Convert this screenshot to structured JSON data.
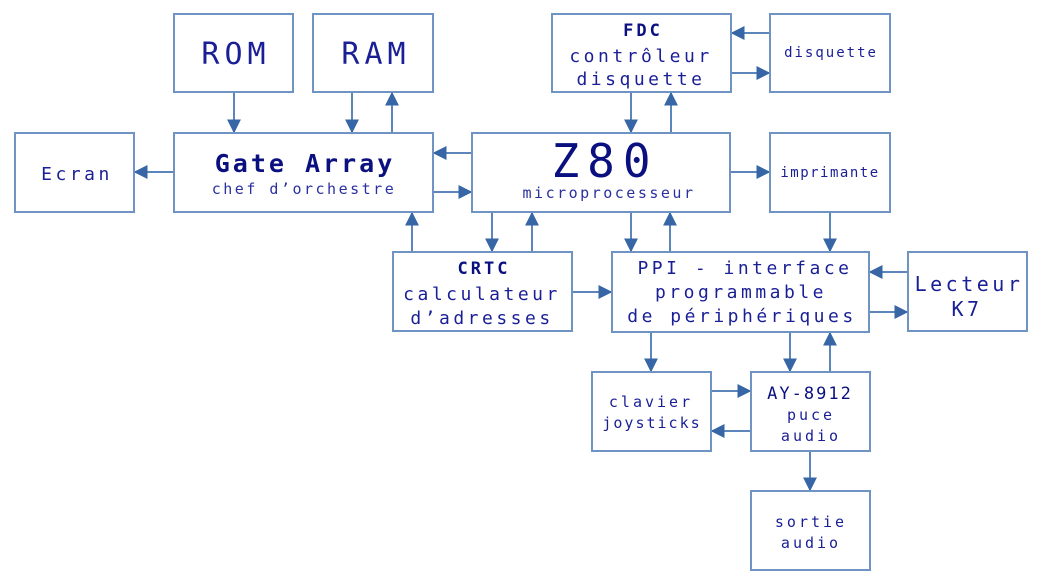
{
  "diagram": {
    "title": "Architecture Amstrad CPC",
    "colors": {
      "box_border": "#6f93c3",
      "connector": "#5b85bb",
      "arrowhead": "#3766a6",
      "text": "#1a1f96",
      "title_text": "#0a1080"
    },
    "blocks": {
      "rom": {
        "lines": [
          "ROM"
        ]
      },
      "ram": {
        "lines": [
          "RAM"
        ]
      },
      "ecran": {
        "lines": [
          "Ecran"
        ]
      },
      "gate_array": {
        "lines": [
          "Gate Array",
          "chef d’orchestre"
        ]
      },
      "z80": {
        "lines": [
          "Z80",
          "microprocesseur"
        ]
      },
      "fdc": {
        "lines": [
          "FDC",
          "contrôleur",
          "disquette"
        ]
      },
      "disquette": {
        "lines": [
          "disquette"
        ]
      },
      "imprimante": {
        "lines": [
          "imprimante"
        ]
      },
      "crtc": {
        "lines": [
          "CRTC",
          "calculateur",
          "d’adresses"
        ]
      },
      "ppi": {
        "lines": [
          "PPI - interface",
          "programmable",
          "de périphériques"
        ]
      },
      "lecteur_k7": {
        "lines": [
          "Lecteur",
          "K7"
        ]
      },
      "clavier": {
        "lines": [
          "clavier",
          "joysticks"
        ]
      },
      "ay": {
        "lines": [
          "AY-8912",
          "puce",
          "audio"
        ]
      },
      "sortie_audio": {
        "lines": [
          "sortie",
          "audio"
        ]
      }
    },
    "connections": [
      {
        "from": "rom",
        "to": "gate_array"
      },
      {
        "from": "ram",
        "to": "gate_array"
      },
      {
        "from": "gate_array",
        "to": "ram"
      },
      {
        "from": "gate_array",
        "to": "ecran"
      },
      {
        "from": "z80",
        "to": "gate_array"
      },
      {
        "from": "gate_array",
        "to": "z80"
      },
      {
        "from": "crtc",
        "to": "gate_array"
      },
      {
        "from": "z80",
        "to": "crtc"
      },
      {
        "from": "crtc",
        "to": "z80"
      },
      {
        "from": "fdc",
        "to": "z80"
      },
      {
        "from": "z80",
        "to": "fdc"
      },
      {
        "from": "disquette",
        "to": "fdc"
      },
      {
        "from": "fdc",
        "to": "disquette"
      },
      {
        "from": "z80",
        "to": "imprimante"
      },
      {
        "from": "imprimante",
        "to": "ppi"
      },
      {
        "from": "z80",
        "to": "ppi"
      },
      {
        "from": "ppi",
        "to": "z80"
      },
      {
        "from": "crtc",
        "to": "ppi"
      },
      {
        "from": "lecteur_k7",
        "to": "ppi"
      },
      {
        "from": "ppi",
        "to": "lecteur_k7"
      },
      {
        "from": "ppi",
        "to": "clavier"
      },
      {
        "from": "ppi",
        "to": "ay"
      },
      {
        "from": "ay",
        "to": "ppi"
      },
      {
        "from": "clavier",
        "to": "ay"
      },
      {
        "from": "ay",
        "to": "clavier"
      },
      {
        "from": "ay",
        "to": "sortie_audio"
      }
    ]
  }
}
